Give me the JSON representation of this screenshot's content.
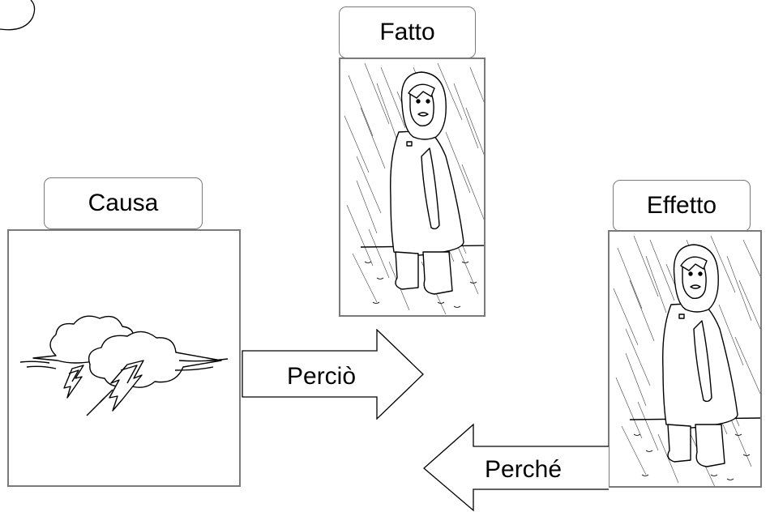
{
  "nodes": {
    "causa": {
      "label": "Causa",
      "icon": "storm-cloud-lightning-icon"
    },
    "fatto": {
      "label": "Fatto",
      "icon": "child-in-rain-icon"
    },
    "effetto": {
      "label": "Effetto",
      "icon": "child-in-rain-icon"
    }
  },
  "arrows": {
    "percio": {
      "label": "Perciò",
      "direction": "right"
    },
    "perche": {
      "label": "Perché",
      "direction": "left"
    }
  }
}
